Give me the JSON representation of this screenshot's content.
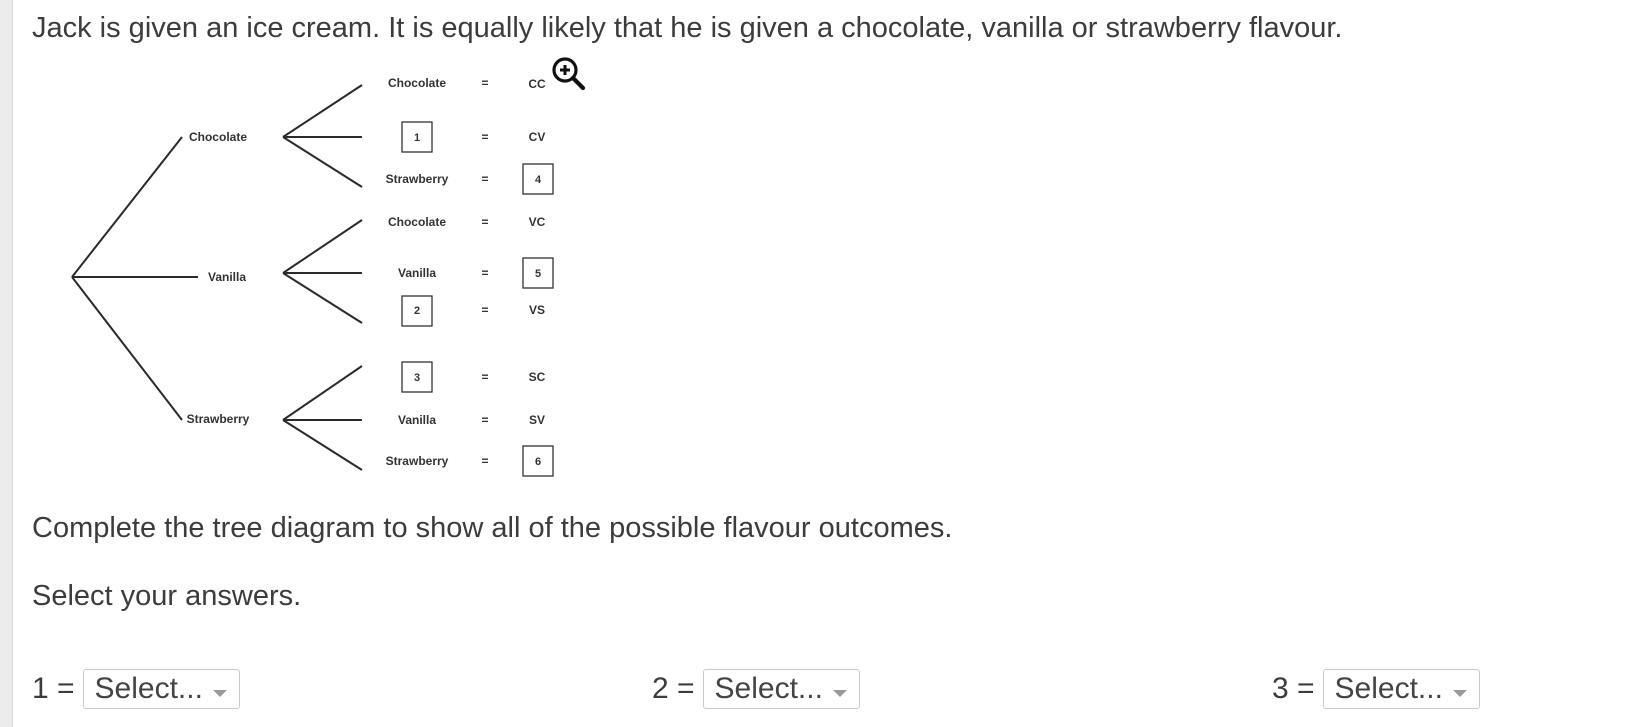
{
  "question": {
    "intro": "Jack is given an ice cream. It is equally likely that he is given a chocolate, vanilla or strawberry flavour.",
    "instruction": "Complete the tree diagram to show all of the possible flavour outcomes.",
    "select_prompt": "Select your answers."
  },
  "tree": {
    "first_branches": [
      "Chocolate",
      "Vanilla",
      "Strawberry"
    ],
    "rows": [
      {
        "second": "Chocolate",
        "eq": "=",
        "outcome": "CC"
      },
      {
        "second": "1",
        "eq": "=",
        "outcome": "CV"
      },
      {
        "second": "Strawberry",
        "eq": "=",
        "outcome": "4"
      },
      {
        "second": "Chocolate",
        "eq": "=",
        "outcome": "VC"
      },
      {
        "second": "Vanilla",
        "eq": "=",
        "outcome": "5"
      },
      {
        "second": "2",
        "eq": "=",
        "outcome": "VS"
      },
      {
        "second": "3",
        "eq": "=",
        "outcome": "SC"
      },
      {
        "second": "Vanilla",
        "eq": "=",
        "outcome": "SV"
      },
      {
        "second": "Strawberry",
        "eq": "=",
        "outcome": "6"
      }
    ]
  },
  "zoom_icon": "zoom-in-icon",
  "answers": [
    {
      "label": "1 =",
      "value": "Select..."
    },
    {
      "label": "2 =",
      "value": "Select..."
    },
    {
      "label": "3 =",
      "value": "Select..."
    }
  ]
}
